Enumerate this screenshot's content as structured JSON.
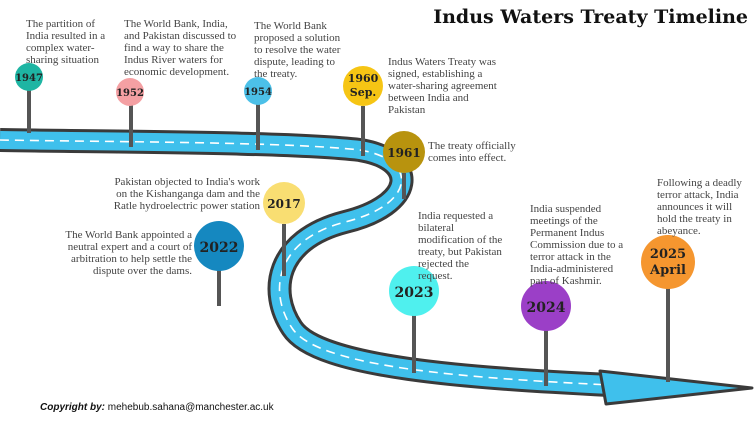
{
  "title": "Indus Waters Treaty Timeline",
  "events": [
    {
      "year": "1947",
      "color": "#1eb5a3",
      "text": "The partition of India resulted in a complex water-sharing situation"
    },
    {
      "year": "1952",
      "color": "#f4a0a3",
      "text": "The World Bank, India, and Pakistan discussed to find a way to share the Indus River waters for economic development."
    },
    {
      "year": "1954",
      "color": "#4cc0e8",
      "text": "The World Bank proposed a solution to resolve the water dispute, leading to the treaty."
    },
    {
      "year": "1960 Sep.",
      "year_line1": "1960",
      "year_line2": "Sep.",
      "color": "#f6c514",
      "text": "Indus Waters Treaty was signed, establishing a water-sharing agreement between India and Pakistan"
    },
    {
      "year": "1961",
      "color": "#b8930e",
      "text": "The treaty officially comes into effect."
    },
    {
      "year": "2017",
      "color": "#f9de72",
      "text": "Pakistan objected to India's work on the Kishanganga dam and the Ratle hydroelectric power station"
    },
    {
      "year": "2022",
      "color": "#1588c0",
      "text": "The World Bank appointed a neutral expert and a court of arbitration to help settle the dispute over the dams."
    },
    {
      "year": "2023",
      "color": "#4ff0ee",
      "text": "India requested a bilateral modification of the treaty, but Pakistan rejected the request."
    },
    {
      "year": "2024",
      "color": "#9b3fc7",
      "text": "India suspended meetings of the Permanent Indus Commission due to a terror attack in the India-administered part of Kashmir."
    },
    {
      "year": "2025 April",
      "year_line1": "2025",
      "year_line2": "April",
      "color": "#f5962f",
      "text": "Following a deadly terror attack, India announces it will hold the treaty in abeyance."
    }
  ],
  "footer": {
    "label": "Copyright by:",
    "email": "mehebub.sahana@manchester.ac.uk"
  }
}
